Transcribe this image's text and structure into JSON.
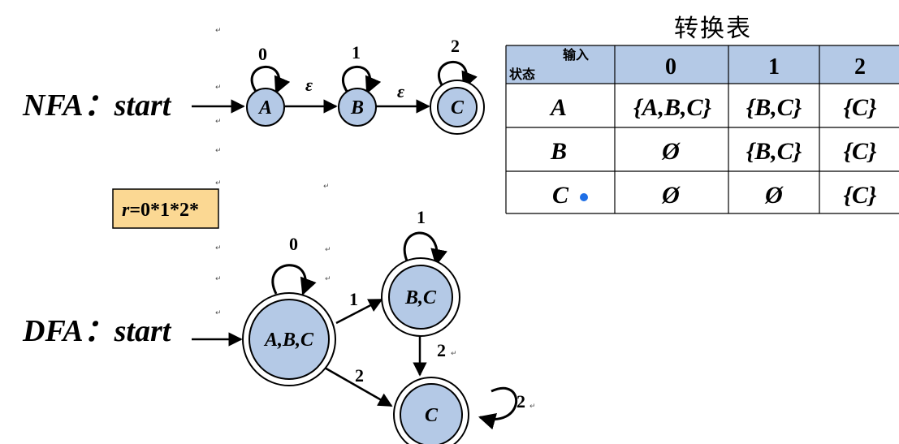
{
  "nfa": {
    "label": "NFA：start",
    "states": [
      "A",
      "B",
      "C"
    ],
    "self_loops": [
      "0",
      "1",
      "2"
    ],
    "transitions": [
      "ε",
      "ε"
    ]
  },
  "regex": {
    "r": "r",
    "rest": "=0*1*2*"
  },
  "dfa": {
    "label": "DFA：start",
    "states": [
      "A,B,C",
      "B,C",
      "C"
    ],
    "self_loops": [
      "0",
      "1",
      "2"
    ],
    "transitions": [
      "1",
      "2",
      "2"
    ]
  },
  "table": {
    "title": "转换表",
    "header_input": "输入",
    "header_state": "状态",
    "columns": [
      "0",
      "1",
      "2"
    ],
    "rows": [
      {
        "state": "A",
        "cells": [
          "{A,B,C}",
          "{B,C}",
          "{C}"
        ]
      },
      {
        "state": "B",
        "cells": [
          "Ø",
          "{B,C}",
          "{C}"
        ]
      },
      {
        "state": "C",
        "cells": [
          "Ø",
          "Ø",
          "{C}"
        ]
      }
    ]
  },
  "colors": {
    "state_fill": "#b4c9e6",
    "regex_box": "#fbd893",
    "table_header": "#b4c9e6",
    "dot": "#1e6fe6"
  }
}
